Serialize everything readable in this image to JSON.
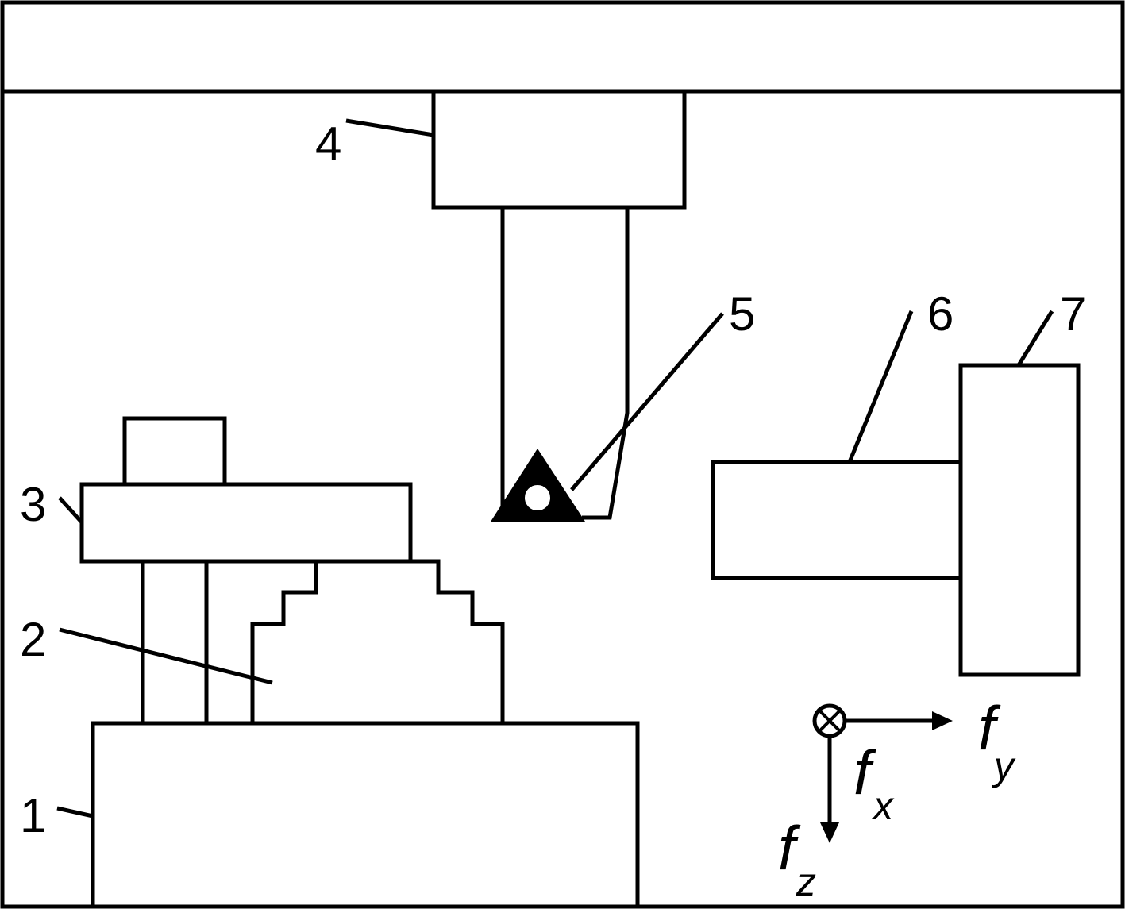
{
  "labels": {
    "part_1": "1",
    "part_2": "2",
    "part_3": "3",
    "part_4": "4",
    "part_5": "5",
    "part_6": "6",
    "part_7": "7"
  },
  "axes": {
    "fx_main": "f",
    "fx_sub": "x",
    "fy_main": "f",
    "fy_sub": "y",
    "fz_main": "f",
    "fz_sub": "z"
  },
  "colors": {
    "line": "#000000",
    "background": "#ffffff"
  }
}
